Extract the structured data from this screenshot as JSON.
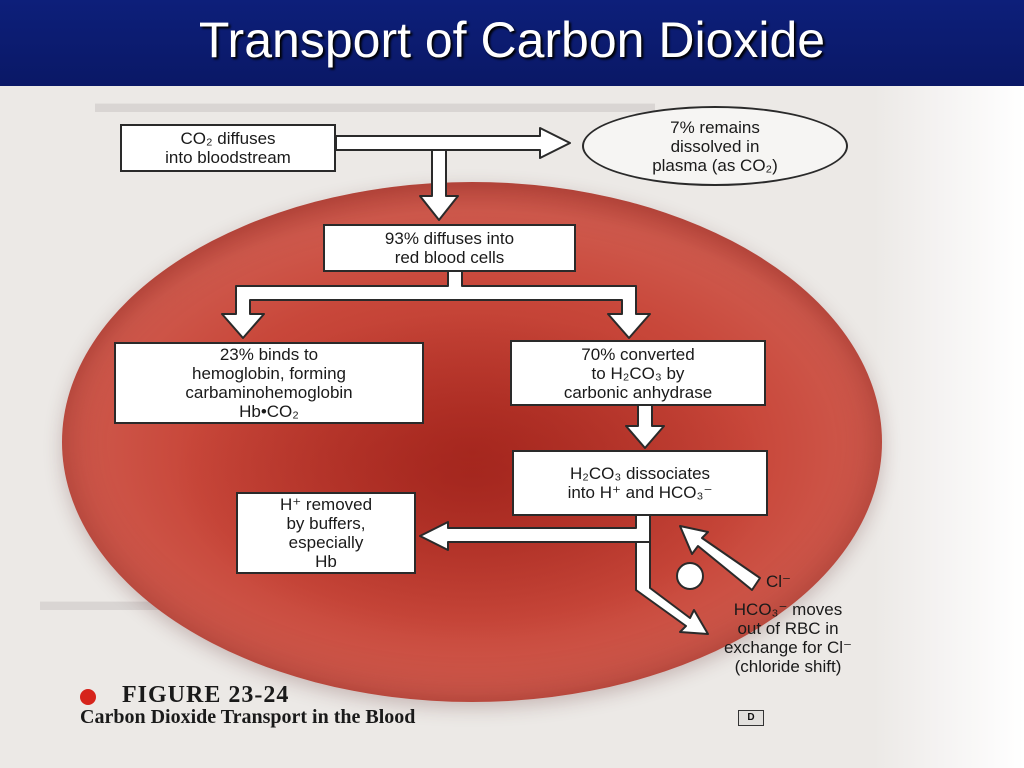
{
  "slide": {
    "title": "Transport of Carbon Dioxide"
  },
  "diagram": {
    "co2_diffuses": {
      "line1": "CO₂ diffuses",
      "line2": "into bloodstream"
    },
    "remains_plasma": {
      "line1": "7% remains",
      "line2": "dissolved in",
      "line3": "plasma (as CO₂)"
    },
    "diffuses_rbc": {
      "line1": "93% diffuses into",
      "line2": "red blood cells"
    },
    "binds_hemoglobin": {
      "line1": "23% binds to",
      "line2": "hemoglobin, forming",
      "line3": "carbaminohemoglobin",
      "line4": "Hb•CO₂"
    },
    "converted": {
      "line1": "70% converted",
      "line2": "to H₂CO₃ by",
      "line3": "carbonic anhydrase"
    },
    "dissociates": {
      "line1": "H₂CO₃ dissociates",
      "line2": "into H⁺ and HCO₃⁻"
    },
    "h_removed": {
      "line1": "H⁺ removed",
      "line2": "by buffers,",
      "line3": "especially",
      "line4": "Hb"
    },
    "chloride_ion": "Cl⁻",
    "chloride_shift": {
      "line1": "HCO₃⁻ moves",
      "line2": "out of RBC in",
      "line3": "exchange for Cl⁻",
      "line4": "(chloride shift)"
    }
  },
  "caption": {
    "figure_number": "FIGURE 23-24",
    "figure_title": "Carbon Dioxide Transport in the Blood",
    "badge": "D"
  },
  "colors": {
    "title_bar": "#0d1f7a",
    "cell_red": "#c8473a",
    "caption_dot": "#d6241c"
  }
}
